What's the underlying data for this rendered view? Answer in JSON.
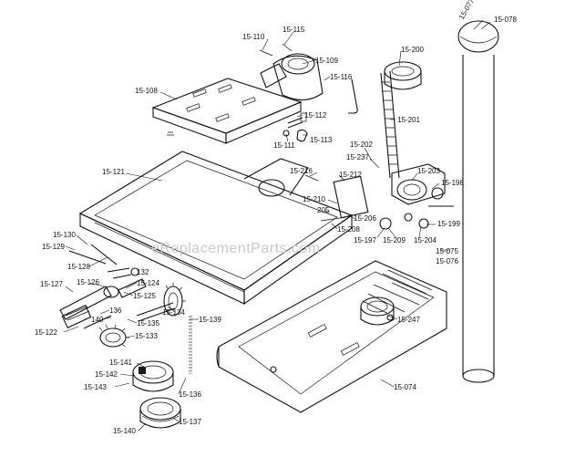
{
  "watermark": "eReplacementParts.com",
  "labels": [
    {
      "id": "l110",
      "text": "15-110"
    },
    {
      "id": "l115",
      "text": "15-115"
    },
    {
      "id": "l109",
      "text": "15-109"
    },
    {
      "id": "l116",
      "text": "15-116"
    },
    {
      "id": "l108",
      "text": "15-108"
    },
    {
      "id": "l112",
      "text": "15-112"
    },
    {
      "id": "l113",
      "text": "15-113"
    },
    {
      "id": "l111",
      "text": "15-111"
    },
    {
      "id": "l200",
      "text": "15-200"
    },
    {
      "id": "l201",
      "text": "15-201"
    },
    {
      "id": "l077",
      "text": "15-077"
    },
    {
      "id": "l078",
      "text": "15-078"
    },
    {
      "id": "l121",
      "text": "15-121"
    },
    {
      "id": "l202",
      "text": "15-202"
    },
    {
      "id": "l237",
      "text": "15-237"
    },
    {
      "id": "l203",
      "text": "15-203"
    },
    {
      "id": "l216",
      "text": "15-216"
    },
    {
      "id": "l212",
      "text": "15-212"
    },
    {
      "id": "l198",
      "text": "15-198"
    },
    {
      "id": "l210",
      "text": "15-210"
    },
    {
      "id": "l205",
      "text": "205"
    },
    {
      "id": "l206",
      "text": "15-206"
    },
    {
      "id": "l208",
      "text": "15-208"
    },
    {
      "id": "l199",
      "text": "15-199"
    },
    {
      "id": "l197",
      "text": "15-197"
    },
    {
      "id": "l209",
      "text": "15-209"
    },
    {
      "id": "l204",
      "text": "15-204"
    },
    {
      "id": "l075",
      "text": "15-075"
    },
    {
      "id": "l076",
      "text": "15-076"
    },
    {
      "id": "l130",
      "text": "15-130"
    },
    {
      "id": "l129",
      "text": "15-129"
    },
    {
      "id": "l128",
      "text": "15-128"
    },
    {
      "id": "l132",
      "text": "132"
    },
    {
      "id": "l127",
      "text": "15-127"
    },
    {
      "id": "l126",
      "text": "15-126"
    },
    {
      "id": "l124",
      "text": "15-124"
    },
    {
      "id": "l125",
      "text": "15-125"
    },
    {
      "id": "l134",
      "text": "15-134"
    },
    {
      "id": "l139",
      "text": "15-139"
    },
    {
      "id": "l247",
      "text": "15-247"
    },
    {
      "id": "l136a",
      "text": "136"
    },
    {
      "id": "l140",
      "text": "140"
    },
    {
      "id": "l135",
      "text": "15-135"
    },
    {
      "id": "l122",
      "text": "15-122"
    },
    {
      "id": "l133",
      "text": "15-133"
    },
    {
      "id": "l141",
      "text": "15-141"
    },
    {
      "id": "l142",
      "text": "15-142"
    },
    {
      "id": "l143",
      "text": "15-143"
    },
    {
      "id": "l136",
      "text": "15-136"
    },
    {
      "id": "l074",
      "text": "15-074"
    },
    {
      "id": "l140b",
      "text": "15-140"
    },
    {
      "id": "l137",
      "text": "15-137"
    }
  ]
}
